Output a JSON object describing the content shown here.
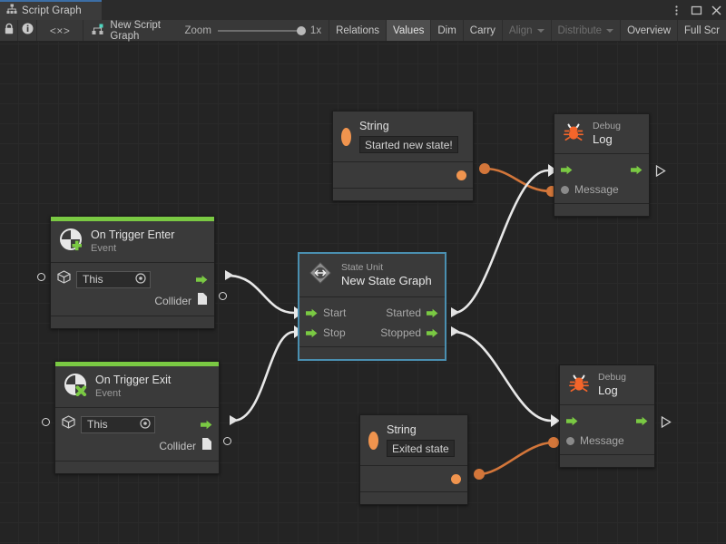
{
  "window": {
    "tab": {
      "label": "Script Graph",
      "icon": "graph-hierarchy-icon"
    },
    "controls": [
      {
        "name": "kebab-menu",
        "icon": "kebab-menu-icon"
      },
      {
        "name": "maximize",
        "icon": "maximize-icon"
      },
      {
        "name": "close",
        "icon": "close-icon"
      }
    ]
  },
  "toolbar": {
    "lock_icon": "lock-icon",
    "info_icon": "info-icon",
    "code_label": "<×>",
    "graph_name": "New Script Graph",
    "graph_icon": "script-graph-icon",
    "zoom_label": "Zoom",
    "zoom_value": "1x",
    "buttons": [
      {
        "label": "Relations",
        "state": "normal",
        "caret": false
      },
      {
        "label": "Values",
        "state": "active",
        "caret": false
      },
      {
        "label": "Dim",
        "state": "normal",
        "caret": false
      },
      {
        "label": "Carry",
        "state": "normal",
        "caret": false
      },
      {
        "label": "Align",
        "state": "disabled",
        "caret": true
      },
      {
        "label": "Distribute",
        "state": "disabled",
        "caret": true
      },
      {
        "label": "Overview",
        "state": "normal",
        "caret": false
      },
      {
        "label": "Full Scr",
        "state": "normal",
        "caret": false
      }
    ]
  },
  "graph": {
    "nodes": {
      "on_trigger_enter": {
        "title": "On Trigger Enter",
        "subtitle": "Event",
        "icon": "event-enter-icon",
        "target_value": "This",
        "output_label": "Collider",
        "accent_color": "#7ac943"
      },
      "on_trigger_exit": {
        "title": "On Trigger Exit",
        "subtitle": "Event",
        "icon": "event-exit-icon",
        "target_value": "This",
        "output_label": "Collider",
        "accent_color": "#7ac943"
      },
      "state_unit": {
        "title": "State Unit",
        "subtitle": "New  State  Graph",
        "icon": "state-unit-icon",
        "selected": true,
        "inputs": [
          "Start",
          "Stop"
        ],
        "outputs": [
          "Started",
          "Stopped"
        ]
      },
      "string_top": {
        "title": "String",
        "icon": "string-value-icon",
        "value": "Started new state!"
      },
      "string_bottom": {
        "title": "String",
        "icon": "string-value-icon",
        "value": "Exited state"
      },
      "debug_log_top": {
        "title": "Debug",
        "subtitle": "Log",
        "icon": "bug-icon",
        "input_label": "Message"
      },
      "debug_log_bottom": {
        "title": "Debug",
        "subtitle": "Log",
        "icon": "bug-icon",
        "input_label": "Message"
      }
    },
    "wire_colors": {
      "flow": "#e8e8e8",
      "value": "#d3763a"
    }
  }
}
